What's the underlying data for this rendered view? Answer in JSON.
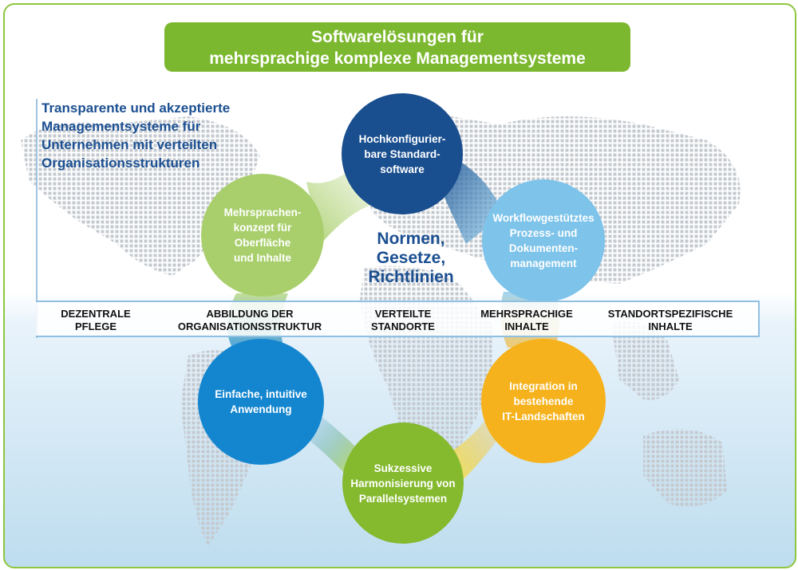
{
  "title": {
    "line1": "Softwarelösungen für",
    "line2": "mehrsprachige komplexe Managementsysteme"
  },
  "intro": {
    "lines": [
      "Transparente und akzeptierte",
      "Managementsysteme für",
      "Unternehmen mit verteilten",
      "Organisationsstrukturen"
    ]
  },
  "center": {
    "lines": [
      "Normen,",
      "Gesetze,",
      "Richtlinien"
    ]
  },
  "circles": [
    {
      "lines": [
        "Hochkonfigurier-",
        "bare Standard-",
        "software"
      ],
      "color": "#1a4f8f"
    },
    {
      "lines": [
        "Workflowgestütztes",
        "Prozess- und",
        "Dokumenten-",
        "management"
      ],
      "color": "#7dc3ea"
    },
    {
      "lines": [
        "Mehrsprachen-",
        "konzept für",
        "Oberfläche",
        "und Inhalte"
      ],
      "color": "#a9cf6c"
    },
    {
      "lines": [
        "Einfache, intuitive",
        "Anwendung"
      ],
      "color": "#1486cf"
    },
    {
      "lines": [
        "Integration in",
        "bestehende",
        "IT-Landschaften"
      ],
      "color": "#f6b21c"
    },
    {
      "lines": [
        "Sukzessive",
        "Harmonisierung von",
        "Parallelsystemen"
      ],
      "color": "#85b92e"
    }
  ],
  "bar": [
    {
      "lines": [
        "DEZENTRALE",
        "PFLEGE"
      ]
    },
    {
      "lines": [
        "ABBILDUNG DER",
        "ORGANISATIONSSTRUKTUR"
      ]
    },
    {
      "lines": [
        "VERTEILTE",
        "STANDORTE"
      ]
    },
    {
      "lines": [
        "MEHRSPRACHIGE",
        "INHALTE"
      ]
    },
    {
      "lines": [
        "STANDORTSPEZIFISCHE",
        "INHALTE"
      ]
    }
  ],
  "colors": {
    "frame": "#8dc63f",
    "title_bg": "#7cb82f",
    "heading_text": "#1b4f91",
    "map_dots": "#c9ced4"
  }
}
